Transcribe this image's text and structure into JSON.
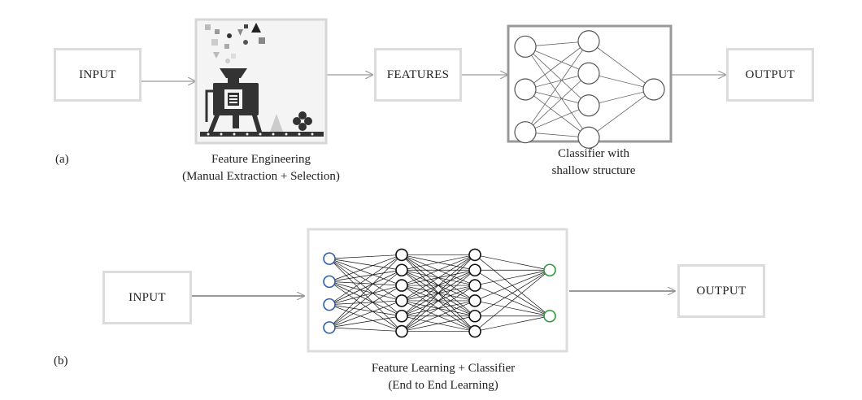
{
  "row_a": {
    "label": "(a)",
    "input_label": "INPUT",
    "features_label": "FEATURES",
    "output_label": "OUTPUT",
    "feature_engineering_caption": {
      "line1": "Feature Engineering",
      "line2": "(Manual Extraction + Selection)"
    },
    "classifier_caption": {
      "line1": "Classifier with",
      "line2": "shallow structure"
    },
    "shallow_network_layers": [
      3,
      4,
      1
    ]
  },
  "row_b": {
    "label": "(b)",
    "input_label": "INPUT",
    "output_label": "OUTPUT",
    "caption": {
      "line1": "Feature Learning + Classifier",
      "line2": "(End to End Learning)"
    },
    "deep_network_layers": [
      4,
      6,
      6,
      2
    ]
  },
  "colors": {
    "box_border": "#dcdcdc",
    "arrow": "#999999",
    "input_nodes": "#2f5fa8",
    "output_nodes": "#2e9a3a",
    "hidden_nodes": "#111111"
  }
}
